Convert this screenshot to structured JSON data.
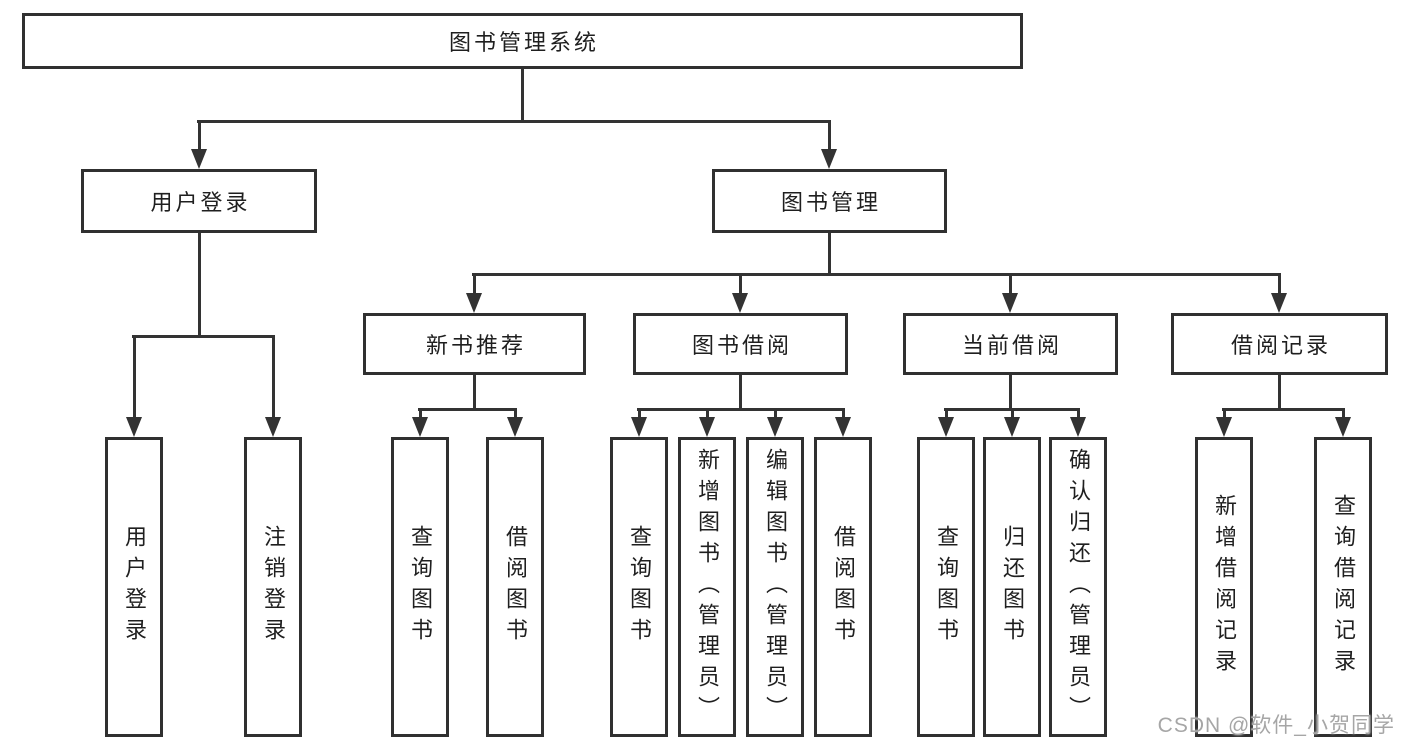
{
  "nodes": {
    "root": "图书管理系统",
    "user_login": "用户登录",
    "book_mgmt": "图书管理",
    "new_book_rec": "新书推荐",
    "book_borrow": "图书借阅",
    "current_borrow": "当前借阅",
    "borrow_record": "借阅记录",
    "v_user_login": "用户登录",
    "v_logout": "注销登录",
    "v_nbr_query": "查询图书",
    "v_nbr_borrow": "借阅图书",
    "v_bb_query": "查询图书",
    "v_bb_add": "新增图书（管理员）",
    "v_bb_edit": "编辑图书（管理员）",
    "v_bb_borrow": "借阅图书",
    "v_cb_query": "查询图书",
    "v_cb_return": "归还图书",
    "v_cb_confirm": "确认归还（管理员）",
    "v_br_add": "新增借阅记录",
    "v_br_query": "查询借阅记录"
  },
  "tree": {
    "图书管理系统": {
      "用户登录": [
        "用户登录",
        "注销登录"
      ],
      "图书管理": {
        "新书推荐": [
          "查询图书",
          "借阅图书"
        ],
        "图书借阅": [
          "查询图书",
          "新增图书（管理员）",
          "编辑图书（管理员）",
          "借阅图书"
        ],
        "当前借阅": [
          "查询图书",
          "归还图书",
          "确认归还（管理员）"
        ],
        "借阅记录": [
          "新增借阅记录",
          "查询借阅记录"
        ]
      }
    }
  },
  "watermark": "CSDN @软件_小贺同学",
  "colors": {
    "line": "#333333",
    "box_border": "#303030",
    "text": "#1f1f1f",
    "watermark": "#a6a6a6",
    "background": "#ffffff"
  }
}
